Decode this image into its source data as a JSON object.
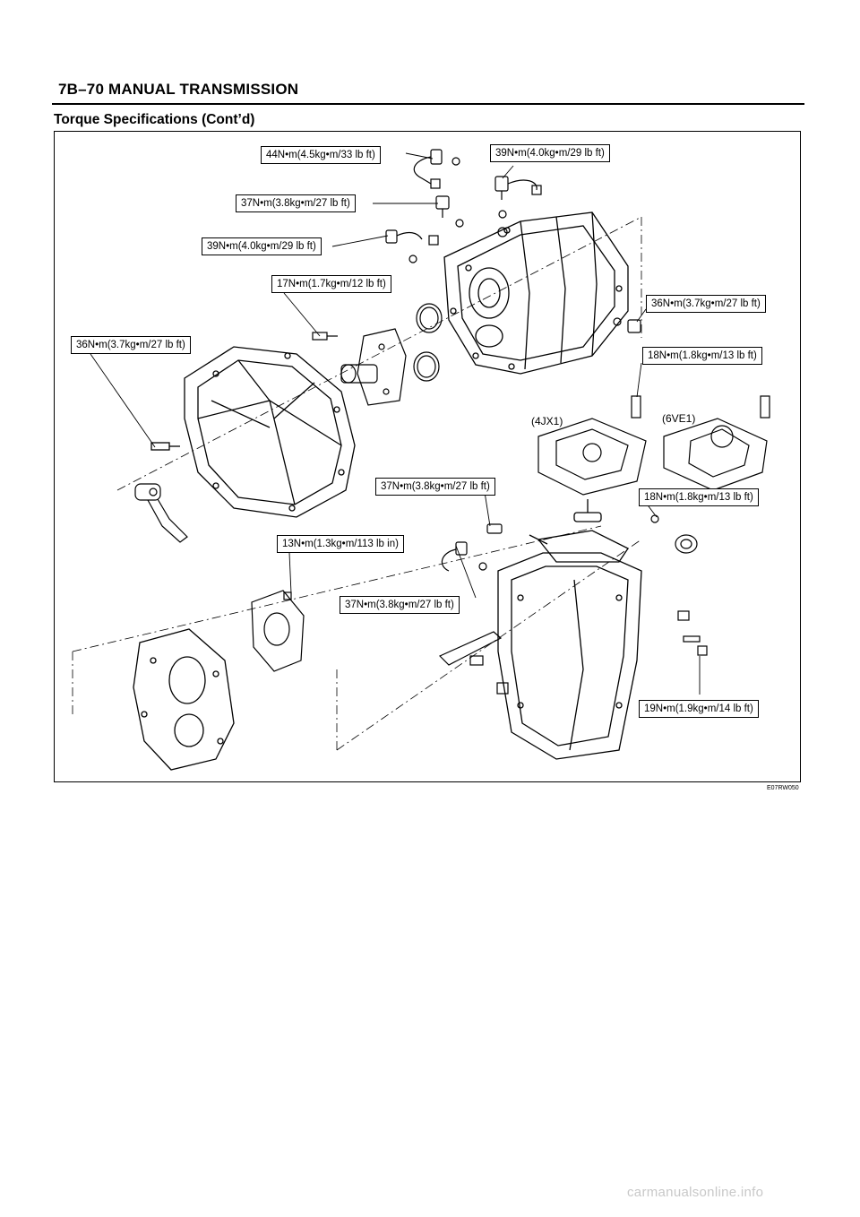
{
  "header": {
    "title": "7B–70  MANUAL TRANSMISSION"
  },
  "section": {
    "title": "Torque Specifications (Cont’d)"
  },
  "figure": {
    "labels": [
      "44N•m(4.5kg•m/33 lb ft)",
      "39N•m(4.0kg•m/29 lb ft)",
      "37N•m(3.8kg•m/27 lb ft)",
      "39N•m(4.0kg•m/29 lb ft)",
      "17N•m(1.7kg•m/12 lb ft)",
      "36N•m(3.7kg•m/27 lb ft)",
      "36N•m(3.7kg•m/27 lb ft)",
      "18N•m(1.8kg•m/13 lb ft)",
      "37N•m(3.8kg•m/27 lb ft)",
      "18N•m(1.8kg•m/13 lb ft)",
      "13N•m(1.3kg•m/113 lb in)",
      "37N•m(3.8kg•m/27 lb ft)",
      "19N•m(1.9kg•m/14 lb ft)"
    ],
    "variants": [
      "(4JX1)",
      "(6VE1)"
    ],
    "figure_id": "E07RW050"
  },
  "footer": {
    "watermark": "carmanualsonline.info"
  }
}
